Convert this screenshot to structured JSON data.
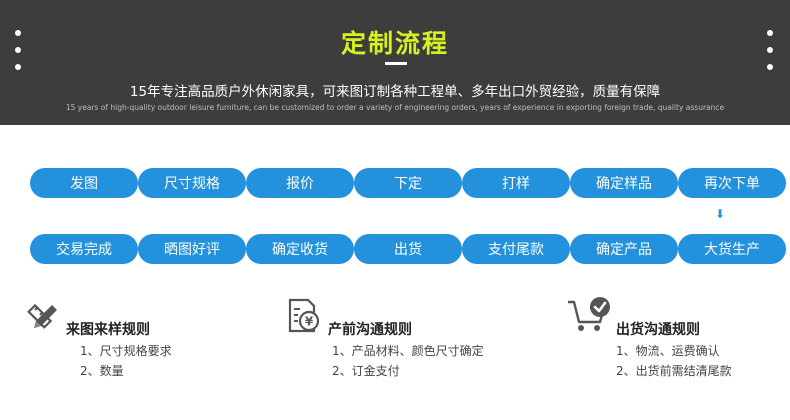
{
  "header": {
    "title": "定制流程",
    "subtitle": "15年专注高品质户外休闲家具，可来图订制各种工程单、多年出口外贸经验，质量有保障",
    "subtitle_en": "15 years of high-quality outdoor leisure furniture, can be customized to order a variety of engineering orders, years of experience in exporting foreign trade, quality assurance"
  },
  "flow": {
    "row1": [
      "发图",
      "尺寸规格",
      "报价",
      "下定",
      "打样",
      "确定样品",
      "再次下单"
    ],
    "row2": [
      "交易完成",
      "晒图好评",
      "确定收货",
      "出货",
      "支付尾款",
      "确定产品",
      "大货生产"
    ]
  },
  "rules": [
    {
      "icon": "pencil-ruler-icon",
      "title": "来图来样规则",
      "items": [
        "1、尺寸规格要求",
        "2、数量"
      ]
    },
    {
      "icon": "document-yen-icon",
      "title": "产前沟通规则",
      "items": [
        "1、产品材料、颜色尺寸确定",
        "2、订金支付"
      ]
    },
    {
      "icon": "cart-check-icon",
      "title": "出货沟通规则",
      "items": [
        "1、物流、运费确认",
        "2、出货前需结清尾款"
      ]
    }
  ],
  "colors": {
    "accent": "#2391dc",
    "header_bg": "#3d3d3d",
    "title": "#d7f020"
  }
}
